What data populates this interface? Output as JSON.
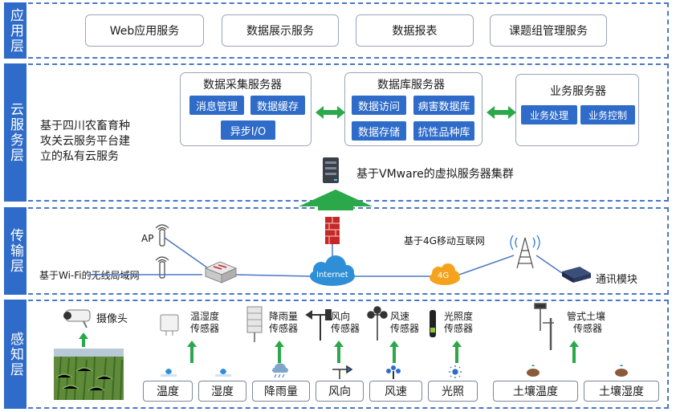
{
  "layers": {
    "app": "应用层",
    "cloud": "云服务层",
    "transport": "传输层",
    "perception": "感知层"
  },
  "app": {
    "items": [
      "Web应用服务",
      "数据展示服务",
      "数据报表",
      "课题组管理服务"
    ]
  },
  "cloud": {
    "collect": {
      "title": "数据采集服务器",
      "items": [
        "消息管理",
        "数据缓存",
        "异步I/O"
      ]
    },
    "db": {
      "title": "数据库服务器",
      "items": [
        "数据访问",
        "病害数据库",
        "数据存储",
        "抗性品种库"
      ]
    },
    "biz": {
      "title": "业务服务器",
      "items": [
        "业务处理",
        "业务控制"
      ]
    },
    "note": "基于四川农畜育种\n攻关云服务平台建\n立的私有云服务",
    "vm": "基于VMware的虚拟服务器集群"
  },
  "transport": {
    "ap": "AP",
    "wifi": "基于Wi-Fi的无线局域网",
    "internet": "Internet",
    "fourg": "4G",
    "mobile": "基于4G移动互联网",
    "module": "通讯模块"
  },
  "perception": {
    "camera": "摄像头",
    "sensors": [
      {
        "l1": "温湿度",
        "l2": "传感器"
      },
      {
        "l1": "降雨量",
        "l2": "传感器"
      },
      {
        "l1": "风向",
        "l2": "传感器"
      },
      {
        "l1": "风速",
        "l2": "传感器"
      },
      {
        "l1": "光照度",
        "l2": "传感器"
      },
      {
        "l1": "管式土壤",
        "l2": "传感器"
      }
    ],
    "bottom": [
      "温度",
      "湿度",
      "降雨量",
      "风向",
      "风速",
      "光照",
      "土壤温度",
      "土壤湿度"
    ]
  },
  "colors": {
    "accent": "#2f6cc9",
    "arrow_green": "#2aa84a",
    "cloud_blue": "#2f8fd6",
    "orange": "#f5a31f"
  }
}
